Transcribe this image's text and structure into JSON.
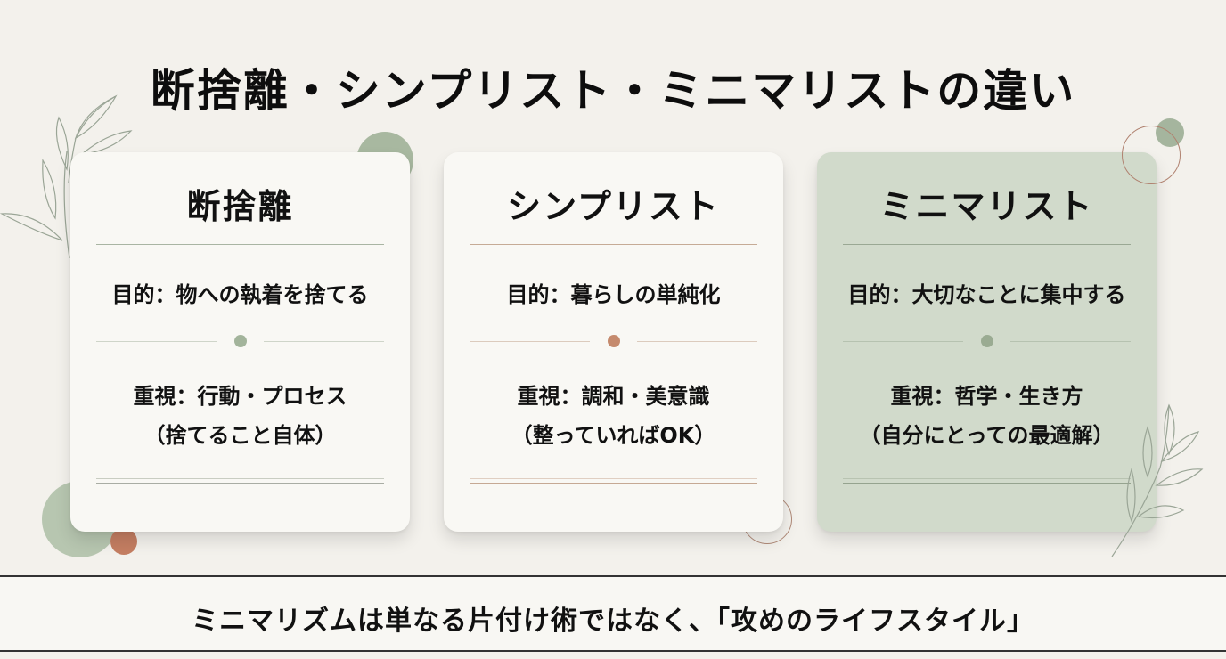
{
  "title": "断捨離・シンプリスト・ミニマリストの違い",
  "colors": {
    "background": "#f3f1ec",
    "card_light": "#f9f8f4",
    "card_green": "#d1dacb",
    "sage": "#a8b8a0",
    "terracotta": "#c4846a",
    "rule_sage": "#a9b5a3",
    "rule_tan": "#c9ad98"
  },
  "cards": [
    {
      "title": "断捨離",
      "purpose": "目的：物への執着を捨てる",
      "focus_line1": "重視：行動・プロセス",
      "focus_line2": "（捨てること自体）",
      "accent": "sage"
    },
    {
      "title": "シンプリスト",
      "purpose": "目的：暮らしの単純化",
      "focus_line1": "重視：調和・美意識",
      "focus_line2": "（整っていればOK）",
      "accent": "terracotta"
    },
    {
      "title": "ミニマリスト",
      "purpose": "目的：大切なことに集中する",
      "focus_line1": "重視：哲学・生き方",
      "focus_line2": "（自分にとっての最適解）",
      "accent": "sage"
    }
  ],
  "banner": {
    "text": "ミニマリズムは単なる片付け術ではなく、「攻めのライフスタイル」"
  },
  "decorations": [
    "leaf-branch-top-left",
    "sage-circle",
    "terracotta-circle",
    "outline-circle",
    "leaf-branch-bottom-right"
  ]
}
